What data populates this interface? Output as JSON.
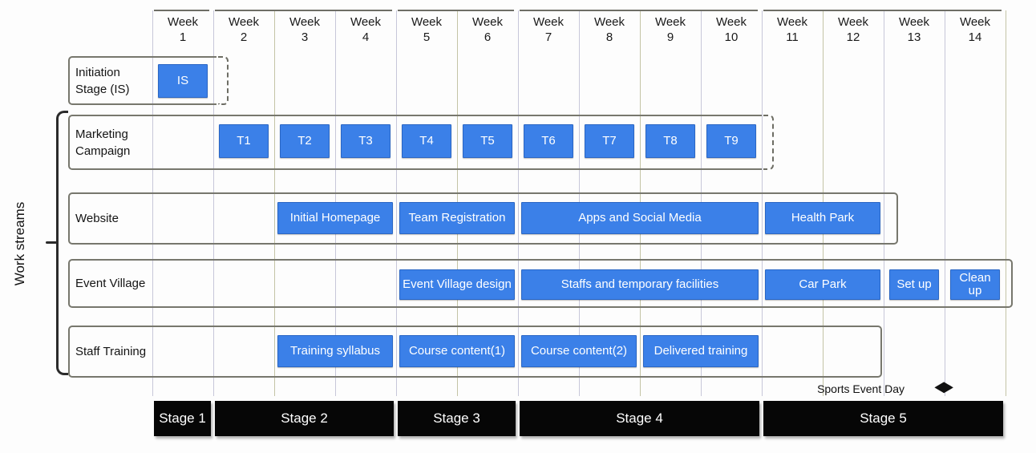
{
  "chart_data": {
    "type": "gantt",
    "title": "",
    "axis_label": "Work streams",
    "week_prefix": "Week",
    "weeks": [
      "1",
      "2",
      "3",
      "4",
      "5",
      "6",
      "7",
      "8",
      "9",
      "10",
      "11",
      "12",
      "13",
      "14"
    ],
    "rows": [
      {
        "label": "Initiation Stage (IS)",
        "box_end_week": 1,
        "dashed_end": true,
        "tasks": [
          {
            "name": "IS",
            "start": 1,
            "end": 1
          }
        ]
      },
      {
        "label": "Marketing Campaign",
        "box_end_week": 10,
        "dashed_end": true,
        "tasks": [
          {
            "name": "T1",
            "start": 2,
            "end": 2
          },
          {
            "name": "T2",
            "start": 3,
            "end": 3
          },
          {
            "name": "T3",
            "start": 4,
            "end": 4
          },
          {
            "name": "T4",
            "start": 5,
            "end": 5
          },
          {
            "name": "T5",
            "start": 6,
            "end": 6
          },
          {
            "name": "T6",
            "start": 7,
            "end": 7
          },
          {
            "name": "T7",
            "start": 8,
            "end": 8
          },
          {
            "name": "T8",
            "start": 9,
            "end": 9
          },
          {
            "name": "T9",
            "start": 10,
            "end": 10
          }
        ]
      },
      {
        "label": "Website",
        "box_end_week": 12,
        "dashed_end": false,
        "tasks": [
          {
            "name": "Initial Homepage",
            "start": 3,
            "end": 4
          },
          {
            "name": "Team Registration",
            "start": 5,
            "end": 6
          },
          {
            "name": "Apps and Social Media",
            "start": 7,
            "end": 10
          },
          {
            "name": "Health Park",
            "start": 11,
            "end": 12
          }
        ]
      },
      {
        "label": "Event Village",
        "box_end_week": 14,
        "dashed_end": false,
        "tasks": [
          {
            "name": "Event Village design",
            "start": 5,
            "end": 6
          },
          {
            "name": "Staffs and temporary facilities",
            "start": 7,
            "end": 10
          },
          {
            "name": "Car Park",
            "start": 11,
            "end": 12
          },
          {
            "name": "Set up",
            "start": 13,
            "end": 13
          },
          {
            "name": "Clean up",
            "start": 14,
            "end": 14
          }
        ]
      },
      {
        "label": "Staff Training",
        "box_end_week": 12,
        "dashed_end": false,
        "tasks": [
          {
            "name": "Training syllabus",
            "start": 3,
            "end": 4
          },
          {
            "name": "Course content(1)",
            "start": 5,
            "end": 6
          },
          {
            "name": "Course content(2)",
            "start": 7,
            "end": 8
          },
          {
            "name": "Delivered training",
            "start": 9,
            "end": 10
          }
        ]
      }
    ],
    "stages": [
      {
        "label": "Stage 1",
        "start": 1,
        "end": 1
      },
      {
        "label": "Stage 2",
        "start": 2,
        "end": 4
      },
      {
        "label": "Stage 3",
        "start": 5,
        "end": 6
      },
      {
        "label": "Stage 4",
        "start": 7,
        "end": 10
      },
      {
        "label": "Stage 5",
        "start": 11,
        "end": 14
      }
    ],
    "milestone": {
      "label": "Sports Event Day",
      "at_start_of_week": 14
    },
    "colors": {
      "bar_fill": "#3b80e8",
      "bar_border": "#2a66c4",
      "bar_text": "#ffffff",
      "stage_fill": "#060606",
      "stage_text": "#ffffff",
      "row_box_border": "#77776d",
      "grid_lavender": "#c7c7d9",
      "grid_olive": "#c4c4a6",
      "header_line": "#6e6e66",
      "text": "#1c1c1c"
    }
  }
}
